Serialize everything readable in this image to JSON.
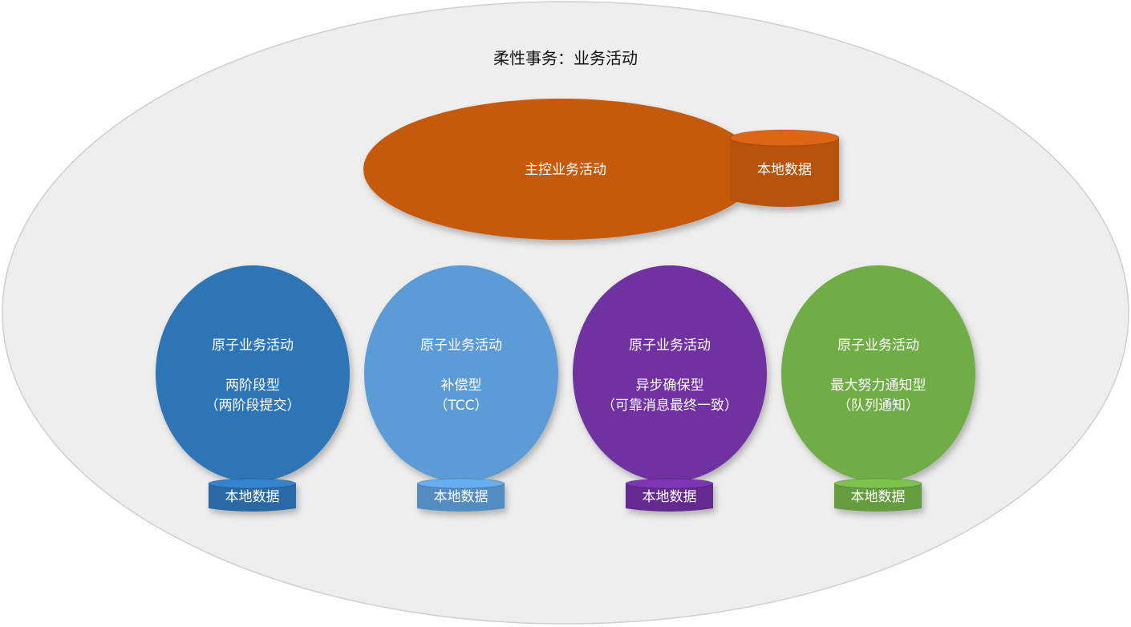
{
  "title": "柔性事务：业务活动",
  "master": {
    "label": "主控业务活动",
    "db_label": "本地数据",
    "color": "#C55A11"
  },
  "atomic": [
    {
      "label": "原子业务活动",
      "type": "两阶段型",
      "detail": "（两阶段提交）",
      "db_label": "本地数据",
      "color": "#2E75B6"
    },
    {
      "label": "原子业务活动",
      "type": "补偿型",
      "detail": "（TCC）",
      "db_label": "本地数据",
      "color": "#5B9BD5"
    },
    {
      "label": "原子业务活动",
      "type": "异步确保型",
      "detail": "（可靠消息最终一致）",
      "db_label": "本地数据",
      "color": "#7030A0"
    },
    {
      "label": "原子业务活动",
      "type": "最大努力通知型",
      "detail": "（队列通知）",
      "db_label": "本地数据",
      "color": "#70AD47"
    }
  ],
  "outer_fill": "#EEEEEE"
}
